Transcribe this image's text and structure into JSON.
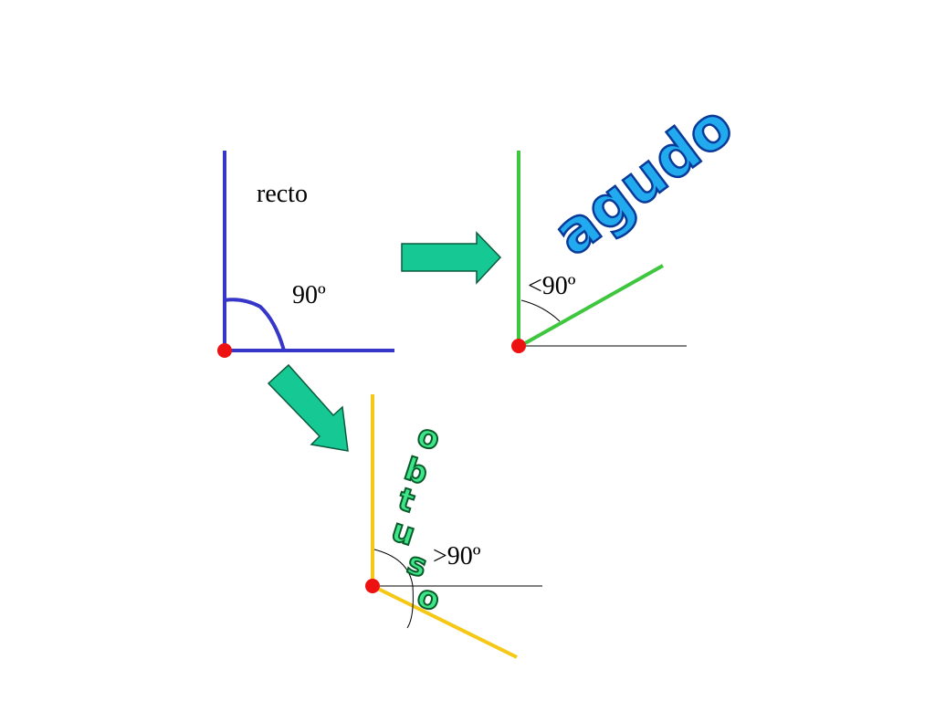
{
  "right_angle": {
    "name_label": "recto",
    "measure_label": "90º",
    "color": "#3636c8"
  },
  "acute_angle": {
    "name_label": "agudo",
    "measure_label": "<90º",
    "color": "#3ec63e",
    "word_fill": "#22aaee",
    "word_outline": "#0a3a99"
  },
  "obtuse_angle": {
    "name_letters": [
      "o",
      "b",
      "t",
      "u",
      "s",
      "o"
    ],
    "measure_label": ">90º",
    "color": "#f5c816",
    "word_fill": "#3ee68a",
    "word_outline": "#0a5a2a"
  },
  "arrow_color": "#16c994",
  "vertex_color": "#ee1111"
}
